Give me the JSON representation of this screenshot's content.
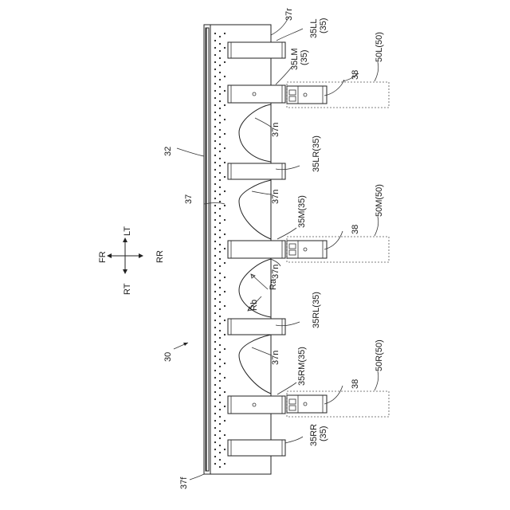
{
  "figure": {
    "labels": {
      "l37r": "37r",
      "l35LL": "35LL",
      "l35LL_sub": "(35)",
      "l35LM": "35LM",
      "l35LM_sub": "(35)",
      "l50L": "50L(50)",
      "l38a": "38",
      "l37n1": "37n",
      "l32": "32",
      "l35LR": "35LR(35)",
      "l37": "37",
      "l37n2": "37n",
      "l35M": "35M(35)",
      "l50M": "50M(50)",
      "l38b": "38",
      "l37n3": "37n",
      "lRa": "Ra",
      "lRb": "Rb",
      "l35RL": "35RL(35)",
      "l30": "30",
      "l37n4": "37n",
      "l35RM": "35RM(35)",
      "l50R": "50R(50)",
      "l38c": "38",
      "l35RR": "35RR",
      "l35RR_sub": "(35)",
      "l37f": "37f"
    },
    "compass": {
      "lt": "LT",
      "fr": "FR",
      "rr": "RR",
      "rt": "RT"
    }
  }
}
